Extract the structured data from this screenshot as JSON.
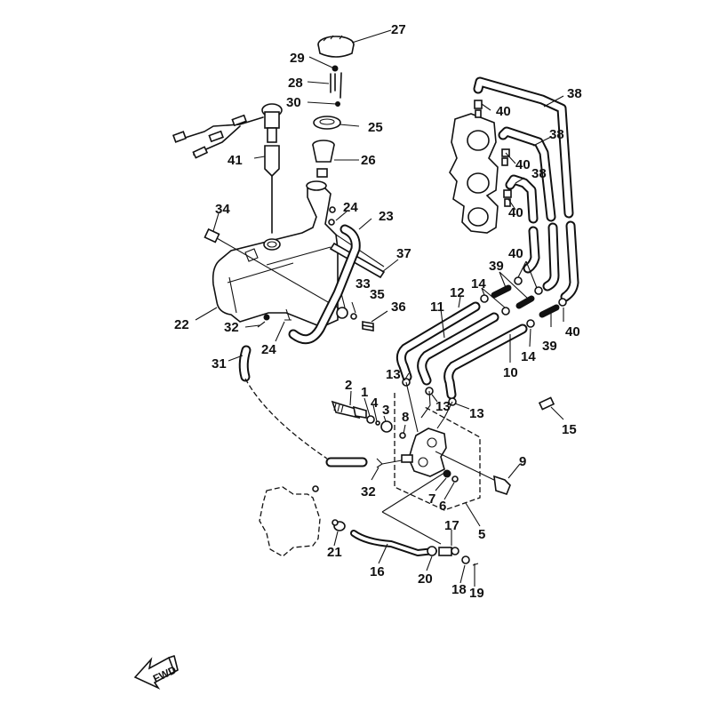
{
  "diagram": {
    "title": "Oil tank / oil pump exploded parts diagram",
    "fwd_label": "FWD",
    "callouts": [
      {
        "id": "c27",
        "text": "27"
      },
      {
        "id": "c29",
        "text": "29"
      },
      {
        "id": "c28",
        "text": "28"
      },
      {
        "id": "c30",
        "text": "30"
      },
      {
        "id": "c25",
        "text": "25"
      },
      {
        "id": "c41",
        "text": "41"
      },
      {
        "id": "c26",
        "text": "26"
      },
      {
        "id": "c34",
        "text": "34"
      },
      {
        "id": "c24a",
        "text": "24"
      },
      {
        "id": "c23",
        "text": "23"
      },
      {
        "id": "c37",
        "text": "37"
      },
      {
        "id": "c33",
        "text": "33"
      },
      {
        "id": "c35",
        "text": "35"
      },
      {
        "id": "c36",
        "text": "36"
      },
      {
        "id": "c22",
        "text": "22"
      },
      {
        "id": "c32a",
        "text": "32"
      },
      {
        "id": "c24b",
        "text": "24"
      },
      {
        "id": "c31",
        "text": "31"
      },
      {
        "id": "c38a",
        "text": "38"
      },
      {
        "id": "c40a",
        "text": "40"
      },
      {
        "id": "c38b",
        "text": "38"
      },
      {
        "id": "c40b",
        "text": "40"
      },
      {
        "id": "c38c",
        "text": "38"
      },
      {
        "id": "c40c",
        "text": "40"
      },
      {
        "id": "c40d",
        "text": "40"
      },
      {
        "id": "c39a",
        "text": "39"
      },
      {
        "id": "c14a",
        "text": "14"
      },
      {
        "id": "c12",
        "text": "12"
      },
      {
        "id": "c11",
        "text": "11"
      },
      {
        "id": "c40e",
        "text": "40"
      },
      {
        "id": "c39b",
        "text": "39"
      },
      {
        "id": "c14b",
        "text": "14"
      },
      {
        "id": "c10",
        "text": "10"
      },
      {
        "id": "c13a",
        "text": "13"
      },
      {
        "id": "c13b",
        "text": "13"
      },
      {
        "id": "c13c",
        "text": "13"
      },
      {
        "id": "c15",
        "text": "15"
      },
      {
        "id": "c2",
        "text": "2"
      },
      {
        "id": "c1",
        "text": "1"
      },
      {
        "id": "c4",
        "text": "4"
      },
      {
        "id": "c3",
        "text": "3"
      },
      {
        "id": "c8",
        "text": "8"
      },
      {
        "id": "c9",
        "text": "9"
      },
      {
        "id": "c32b",
        "text": "32"
      },
      {
        "id": "c7",
        "text": "7"
      },
      {
        "id": "c6",
        "text": "6"
      },
      {
        "id": "c5",
        "text": "5"
      },
      {
        "id": "c17",
        "text": "17"
      },
      {
        "id": "c21",
        "text": "21"
      },
      {
        "id": "c16",
        "text": "16"
      },
      {
        "id": "c20",
        "text": "20"
      },
      {
        "id": "c18",
        "text": "18"
      },
      {
        "id": "c19",
        "text": "19"
      }
    ]
  }
}
